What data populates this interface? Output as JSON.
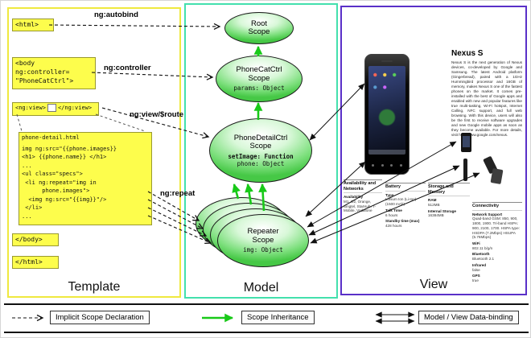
{
  "colors": {
    "template_border": "#efe93f",
    "model_border": "#43e0ad",
    "view_border": "#5a30c8",
    "code_box_yellow": "#fdfd4c",
    "scope_green": "#46c846",
    "inheritance_arrow_green": "#18c918"
  },
  "template_panel": {
    "label": "Template",
    "html_open": "<html>",
    "html_close": "</html>",
    "body_close": "</body>",
    "body_open_lines": [
      "<body",
      "ng:controller=",
      "\"PhoneCatCtrl\">"
    ],
    "ng_view_open": "<ng:view>",
    "ng_view_close": "</ng:view>",
    "phone_detail": {
      "title": "phone-detail.html",
      "code_lines": [
        "img ng:src=\"{{phone.images}}",
        "<h1> {{phone.name}} </h1>",
        "...",
        "<ul class=\"specs\">",
        " <li ng:repeat=\"img in",
        "      phone.images\">",
        "  <img ng:src=\"{{img}}\"/>",
        " </li>",
        "..."
      ]
    },
    "annotations": {
      "autobind": "ng:autobind",
      "controller": "ng:controller",
      "view_route": "ng:view/$route",
      "repeat": "ng:repeat"
    }
  },
  "model_panel": {
    "label": "Model",
    "root_scope": {
      "name": "Root Scope"
    },
    "phonecat_scope": {
      "name": "PhoneCatCtrl Scope",
      "prop1": "params: Object"
    },
    "phonedetail_scope": {
      "name": "PhoneDetailCtrl Scope",
      "prop1": "setImage: Function",
      "prop2": "phone: Object"
    },
    "repeater_scope": {
      "name": "Repeater Scope",
      "prop1": "img: Object"
    }
  },
  "view_panel": {
    "label": "View",
    "phone_title": "Nexus S",
    "phone_description": "Nexus S is the next generation of Nexus devices, co-developed by Google and Samsung. The latest Android platform (Gingerbread), paired with a 1GHz Hummingbird processor and 16GB of memory, makes Nexus S one of the fastest phones on the market. It comes pre-installed with the best of Google apps and enabled with new and popular features like true multi-tasking, Wi-Fi hotspot, Internet Calling, NFC support, and full web browsing. With this device, users will also be the first to receive software upgrades and new Google mobile apps as soon as they become available. For more details, visit http://www.google.com/nexus.",
    "specs": [
      {
        "title": "Availability and Networks",
        "rows": [
          {
            "label": "Availability",
            "value": "M1, O2, Orange, Singtel, StarHub, T-Mobile, Vodafone"
          }
        ]
      },
      {
        "title": "Battery",
        "rows": [
          {
            "label": "Type",
            "value": "Lithium Ion (Li-Ion) (1500 mAh)"
          },
          {
            "label": "Talk Time",
            "value": "6 hours"
          },
          {
            "label": "Standby time (max)",
            "value": "428 hours"
          }
        ]
      },
      {
        "title": "Storage and Memory",
        "rows": [
          {
            "label": "RAM",
            "value": "512MB"
          },
          {
            "label": "Internal Storage",
            "value": "16384MB"
          }
        ]
      },
      {
        "title": "Connectivity",
        "rows": [
          {
            "label": "Network Support",
            "value": "Quad-band GSM: 850, 900, 1800, 1900. Tri-band HSPA: 900, 2100, 1700. HSPA type: HSDPA (7.2Mbps) HSUPA (5.76Mbps)"
          },
          {
            "label": "WiFi",
            "value": "802.11 b/g/n"
          },
          {
            "label": "Bluetooth",
            "value": "Bluetooth 2.1"
          },
          {
            "label": "Infrared",
            "value": "false"
          },
          {
            "label": "GPS",
            "value": "true"
          }
        ]
      }
    ]
  },
  "legend": {
    "implicit_scope": "Implicit Scope Declaration",
    "scope_inheritance": "Scope Inheritance",
    "data_binding": "Model / View Data-binding"
  }
}
